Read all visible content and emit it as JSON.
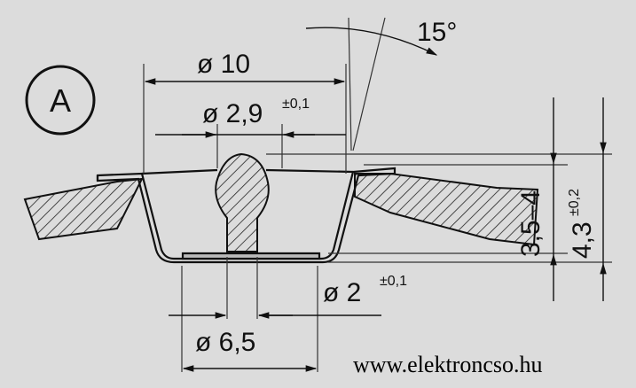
{
  "view_label": "A",
  "dimensions": {
    "outer_diameter": "ø 10",
    "ball_diameter": "ø 2,9",
    "ball_tolerance": "±0,1",
    "hole_diameter": "ø 2",
    "hole_tolerance": "±0,1",
    "bottom_diameter": "ø 6,5",
    "depth_range": "3,5–4",
    "total_height": "4,3",
    "total_height_tolerance": "±0,2",
    "angle": "15°"
  },
  "watermark": "www.elektroncso.hu"
}
